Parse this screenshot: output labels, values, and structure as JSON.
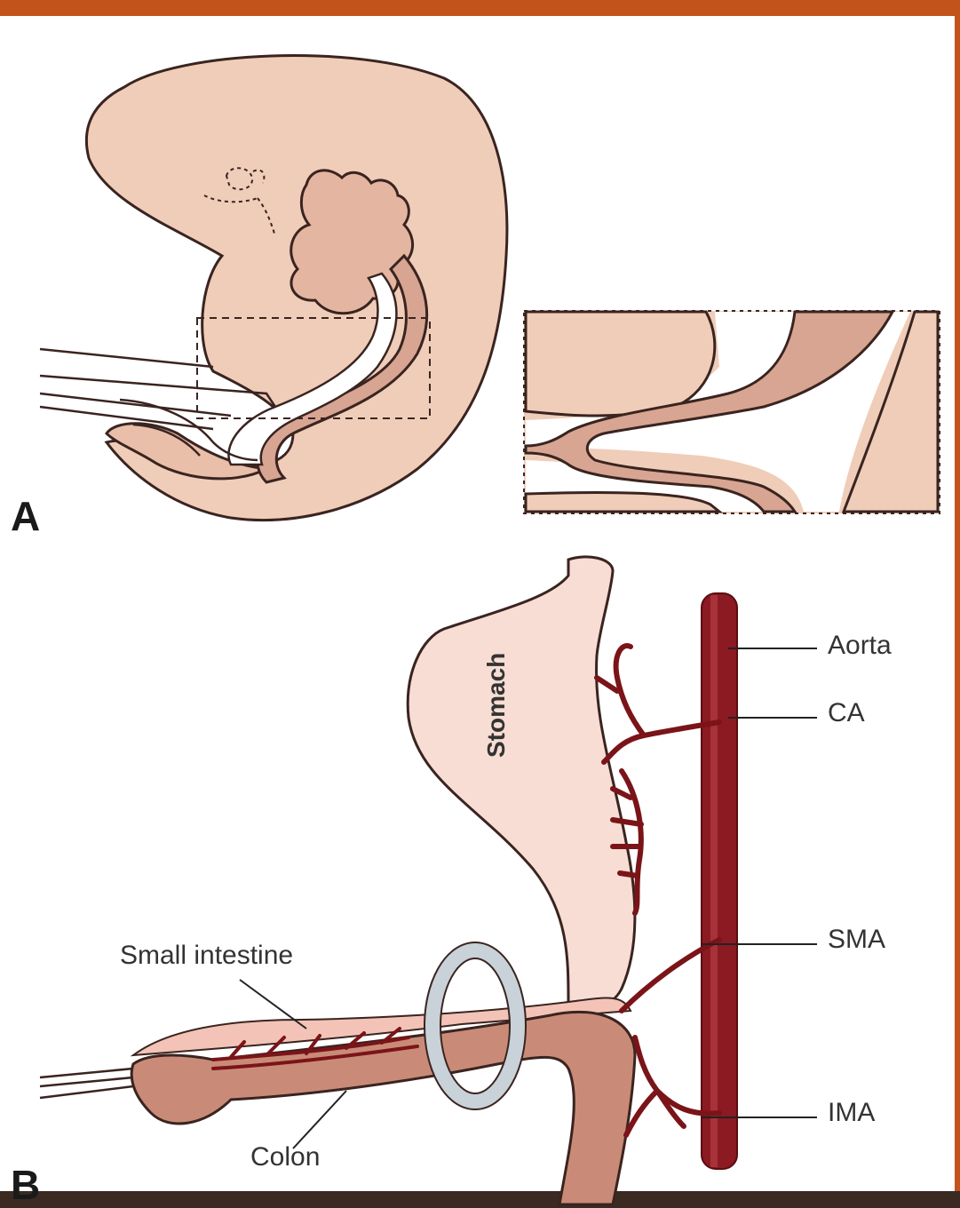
{
  "panels": {
    "a_letter": "A",
    "b_letter": "B"
  },
  "labels": {
    "aorta": "Aorta",
    "ca": "CA",
    "sma": "SMA",
    "ima": "IMA",
    "small_intestine": "Small intestine",
    "colon": "Colon",
    "stomach": "Stomach"
  },
  "colors": {
    "frame_border": "#c2541b",
    "embryo_fill": "#f0cdb9",
    "gut_fill": "#d7a592",
    "vessel": "#7b1418",
    "stomach_fill": "#f7ddd3",
    "colon_fill": "#c98b78",
    "band": "#c8d2d8",
    "outline": "#3a2420"
  }
}
